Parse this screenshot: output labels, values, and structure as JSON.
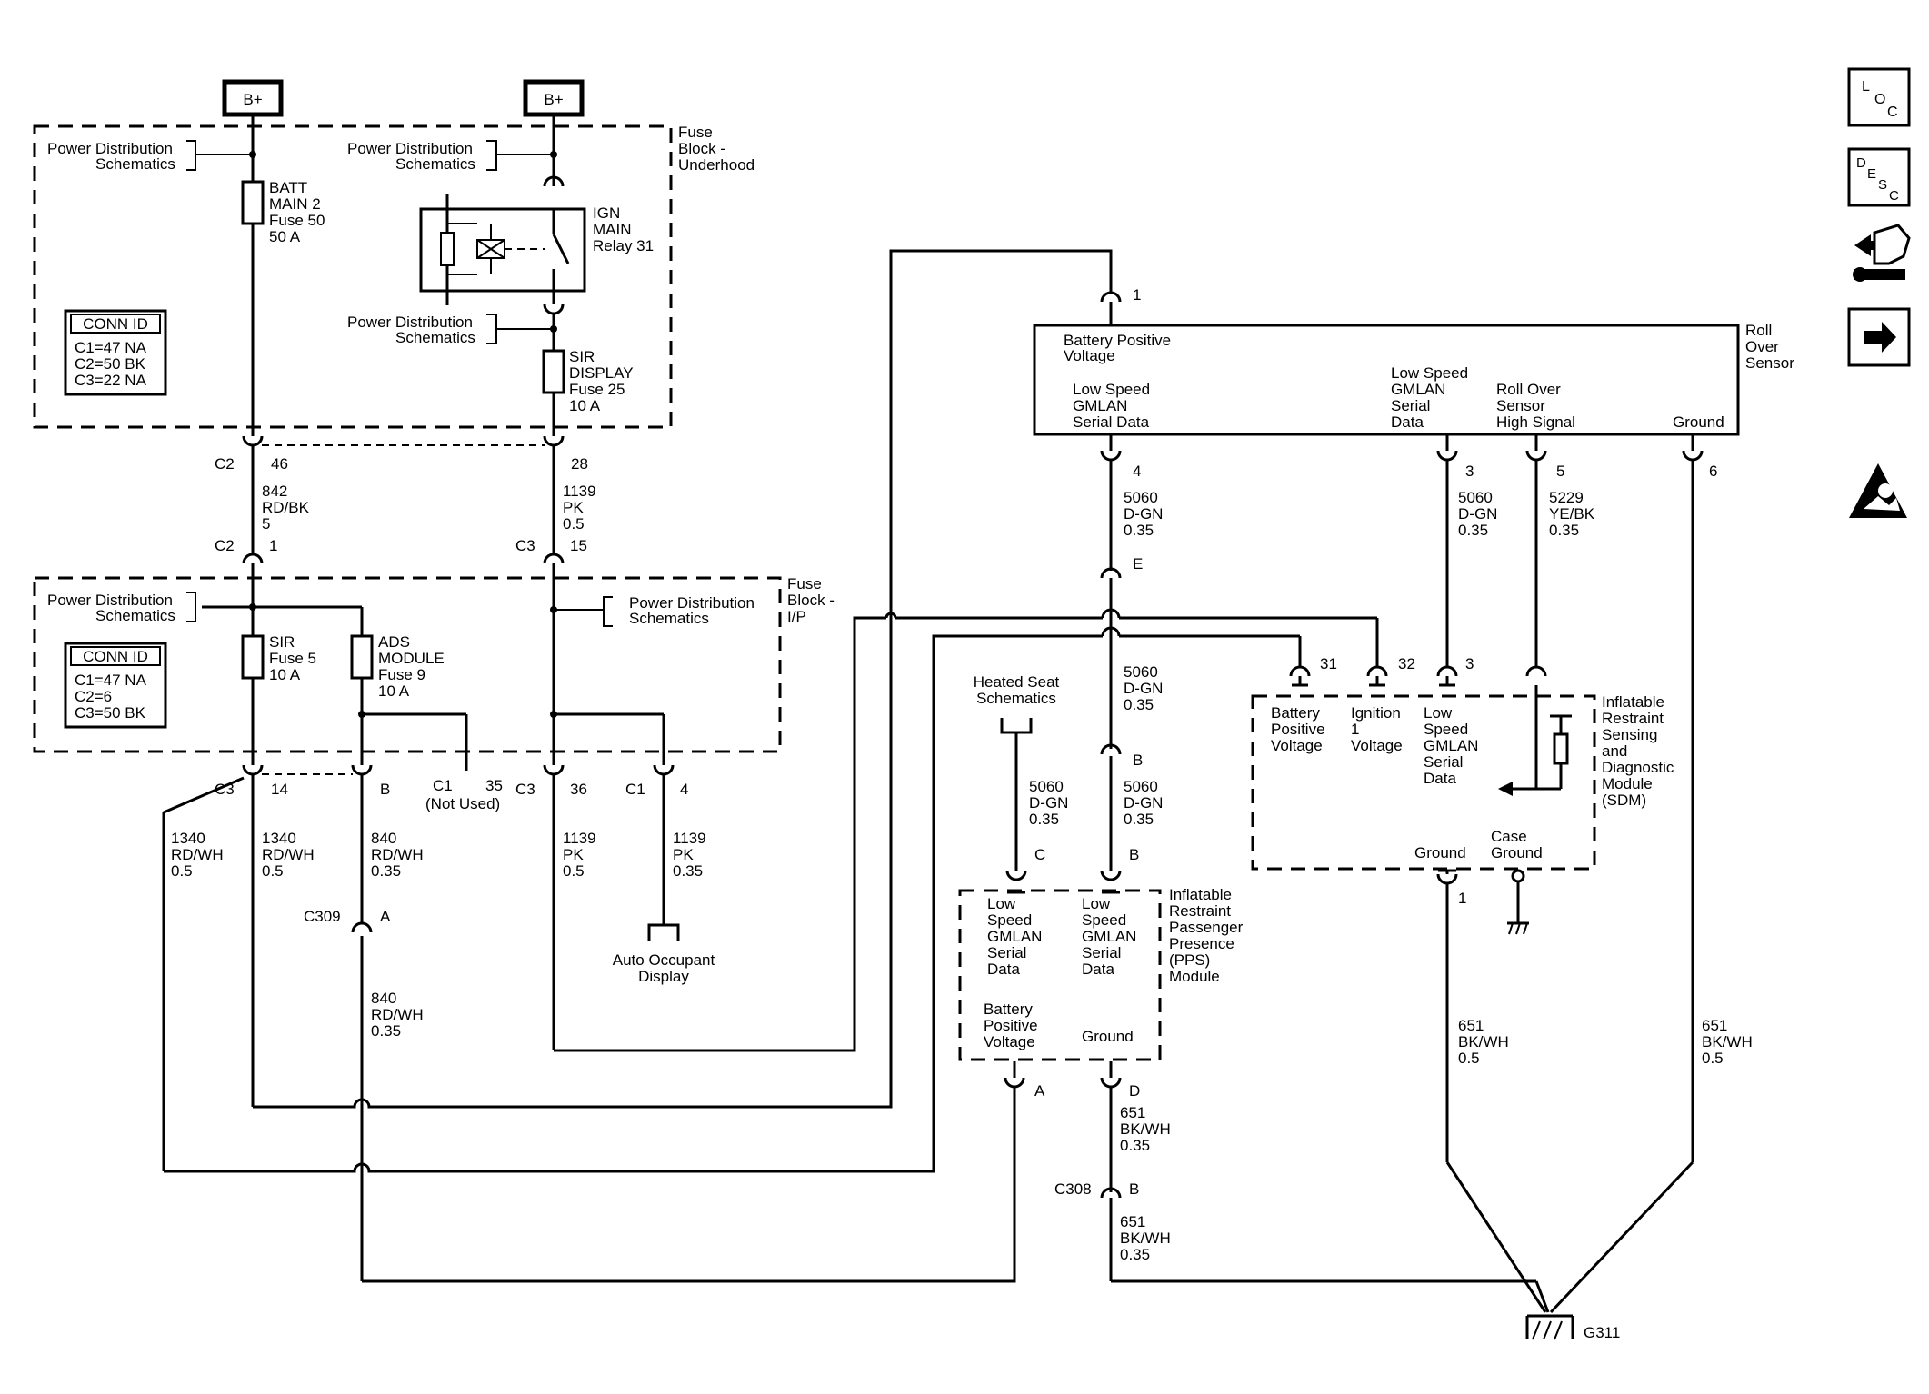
{
  "supply": {
    "b1": "B+",
    "b2": "B+"
  },
  "fuse_block_underhood": {
    "title": [
      "Fuse",
      "Block -",
      "Underhood"
    ]
  },
  "fuse_block_ip": {
    "title": [
      "Fuse",
      "Block -",
      "I/P"
    ]
  },
  "pds": [
    "Power Distribution",
    "Schematics"
  ],
  "conn_id_1": {
    "title": "CONN ID",
    "rows": [
      "C1=47 NA",
      "C2=50 BK",
      "C3=22 NA"
    ]
  },
  "conn_id_2": {
    "title": "CONN ID",
    "rows": [
      "C1=47 NA",
      "C2=6",
      "C3=50 BK"
    ]
  },
  "batt_fuse": [
    "BATT",
    "MAIN 2",
    "Fuse 50",
    "50 A"
  ],
  "ign_relay": [
    "IGN",
    "MAIN",
    "Relay 31"
  ],
  "sir_display_fuse": [
    "SIR",
    "DISPLAY",
    "Fuse 25",
    "10 A"
  ],
  "sir_fuse": [
    "SIR",
    "Fuse 5",
    "10 A"
  ],
  "ads_fuse": [
    "ADS",
    "MODULE",
    "Fuse 9",
    "10 A"
  ],
  "connectors": {
    "c2_46": [
      "C2",
      "46"
    ],
    "c2_28": "28",
    "c2_1": [
      "C2",
      "1"
    ],
    "c3_15": [
      "C3",
      "15"
    ],
    "c3_14": [
      "C3",
      "14"
    ],
    "b_840": "B",
    "c1_35": [
      "C1",
      "35"
    ],
    "not_used": "(Not Used)",
    "c3_36": [
      "C3",
      "36"
    ],
    "c1_4": [
      "C1",
      "4"
    ],
    "c309": [
      "C309",
      "A"
    ],
    "c308": [
      "C308",
      "B"
    ]
  },
  "wires": {
    "w842": [
      "842",
      "RD/BK",
      "5"
    ],
    "w1139_top": [
      "1139",
      "PK",
      "0.5"
    ],
    "w1340_a": [
      "1340",
      "RD/WH",
      "0.5"
    ],
    "w1340_b": [
      "1340",
      "RD/WH",
      "0.5"
    ],
    "w840_a": [
      "840",
      "RD/WH",
      "0.35"
    ],
    "w840_b": [
      "840",
      "RD/WH",
      "0.35"
    ],
    "w1139_b": [
      "1139",
      "PK",
      "0.5"
    ],
    "w1139_c": [
      "1139",
      "PK",
      "0.35"
    ],
    "w5060_a": [
      "5060",
      "D-GN",
      "0.35"
    ],
    "w5060_b": [
      "5060",
      "D-GN",
      "0.35"
    ],
    "w5060_c": [
      "5060",
      "D-GN",
      "0.35"
    ],
    "w5060_d": [
      "5060",
      "D-GN",
      "0.35"
    ],
    "w5060_e": [
      "5060",
      "D-GN",
      "0.35"
    ],
    "w5229": [
      "5229",
      "YE/BK",
      "0.35"
    ],
    "w651_a": [
      "651",
      "BK/WH",
      "0.35"
    ],
    "w651_b": [
      "651",
      "BK/WH",
      "0.35"
    ],
    "w651_c": [
      "651",
      "BK/WH",
      "0.5"
    ],
    "w651_d": [
      "651",
      "BK/WH",
      "0.5"
    ]
  },
  "auto_occupant": [
    "Auto Occupant",
    "Display"
  ],
  "heated_seat": [
    "Heated Seat",
    "Schematics"
  ],
  "roll_over_sensor": {
    "title": [
      "Roll",
      "Over",
      "Sensor"
    ],
    "bpv": [
      "Battery Positive",
      "Voltage"
    ],
    "lsg1": [
      "Low Speed",
      "GMLAN",
      "Serial Data"
    ],
    "lsg2": [
      "Low Speed",
      "GMLAN",
      "Serial",
      "Data"
    ],
    "ros": [
      "Roll Over",
      "Sensor",
      "High Signal"
    ],
    "ground": "Ground",
    "pins": {
      "p1": "1",
      "p4": "4",
      "p3": "3",
      "p5": "5",
      "p6": "6"
    }
  },
  "sdm": {
    "title": [
      "Inflatable",
      "Restraint",
      "Sensing",
      "and",
      "Diagnostic",
      "Module",
      "(SDM)"
    ],
    "bpv": [
      "Battery",
      "Positive",
      "Voltage"
    ],
    "ign": [
      "Ignition",
      "1",
      "Voltage"
    ],
    "lsg": [
      "Low",
      "Speed",
      "GMLAN",
      "Serial",
      "Data"
    ],
    "ground": "Ground",
    "case_ground": [
      "Case",
      "Ground"
    ],
    "pins": {
      "p31": "31",
      "p32": "32",
      "p3": "3",
      "p1": "1"
    }
  },
  "pps": {
    "title": [
      "Inflatable",
      "Restraint",
      "Passenger",
      "Presence",
      "(PPS)",
      "Module"
    ],
    "lsg1": [
      "Low",
      "Speed",
      "GMLAN",
      "Serial",
      "Data"
    ],
    "lsg2": [
      "Low",
      "Speed",
      "GMLAN",
      "Serial",
      "Data"
    ],
    "bpv": [
      "Battery",
      "Positive",
      "Voltage"
    ],
    "ground": "Ground",
    "pins": {
      "c": "C",
      "b": "B",
      "a": "A",
      "d": "D"
    }
  },
  "splice_labels": {
    "e": "E",
    "b_mid": "B"
  },
  "ground_point": "G311",
  "sidebar": {
    "loc": [
      "L",
      "O",
      "C"
    ],
    "desc": [
      "D",
      "E",
      "S",
      "C"
    ],
    "icons": [
      "connector-tool-icon",
      "next-arrow-icon",
      "airbag-warning-icon"
    ]
  }
}
